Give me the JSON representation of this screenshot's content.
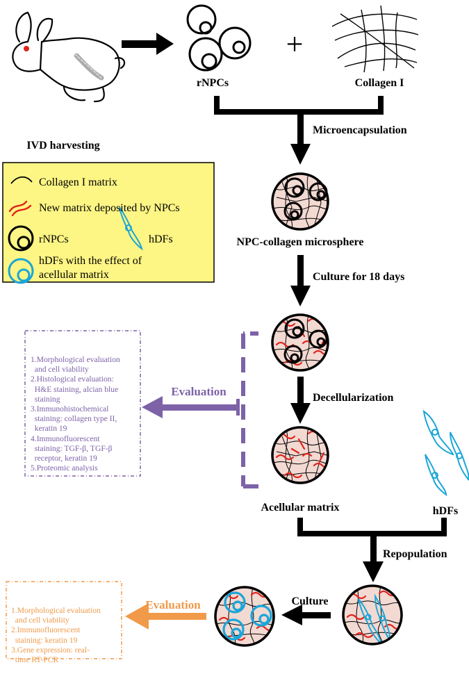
{
  "labels": {
    "ivd_harvesting": "IVD harvesting",
    "rnpcs": "rNPCs",
    "collagen": "Collagen I",
    "plus": "+",
    "microencapsulation": "Microencapsulation",
    "npc_microsphere": "NPC-collagen microsphere",
    "culture_18": "Culture for 18 days",
    "decellularization": "Decellularization",
    "acellular_matrix": "Acellular matrix",
    "hdfs": "hDFs",
    "repopulation": "Repopulation",
    "culture": "Culture",
    "evaluation_1": "Evaluation",
    "evaluation_2": "Evaluation"
  },
  "legend": {
    "collagen_matrix": "Collagen I matrix",
    "new_matrix": "New matrix deposited by NPCs",
    "rnpcs": "rNPCs",
    "hdfs": "hDFs",
    "hdfs_effect_line1": "hDFs with the effect of",
    "hdfs_effect_line2": "acellular matrix"
  },
  "evaluation_box_1": [
    "1.Morphological evaluation",
    "  and cell viability",
    "2.Histological evaluation:",
    "  H&E staining, alcian blue",
    "  staining",
    "3.Immunohistochemical",
    "  staining: collagen type II,",
    "  keratin 19",
    "4.Immunofluorescent",
    "  staining: TGF-β, TGF-β",
    "  receptor, keratin 19",
    "5.Proteomic analysis"
  ],
  "evaluation_box_2": [
    "1.Morphological evaluation",
    "  and cell viability",
    "2.Immunofluorescent",
    "  staining: keratin 19",
    "3.Gene expression: real-",
    "  time RT-PCR"
  ],
  "colors": {
    "legend_bg": "#fdf584",
    "purple": "#7d62a8",
    "orange": "#f09a4a",
    "cyan": "#1aa6d8",
    "red": "#e0231b",
    "sphere_fill": "#f2d9d2"
  }
}
